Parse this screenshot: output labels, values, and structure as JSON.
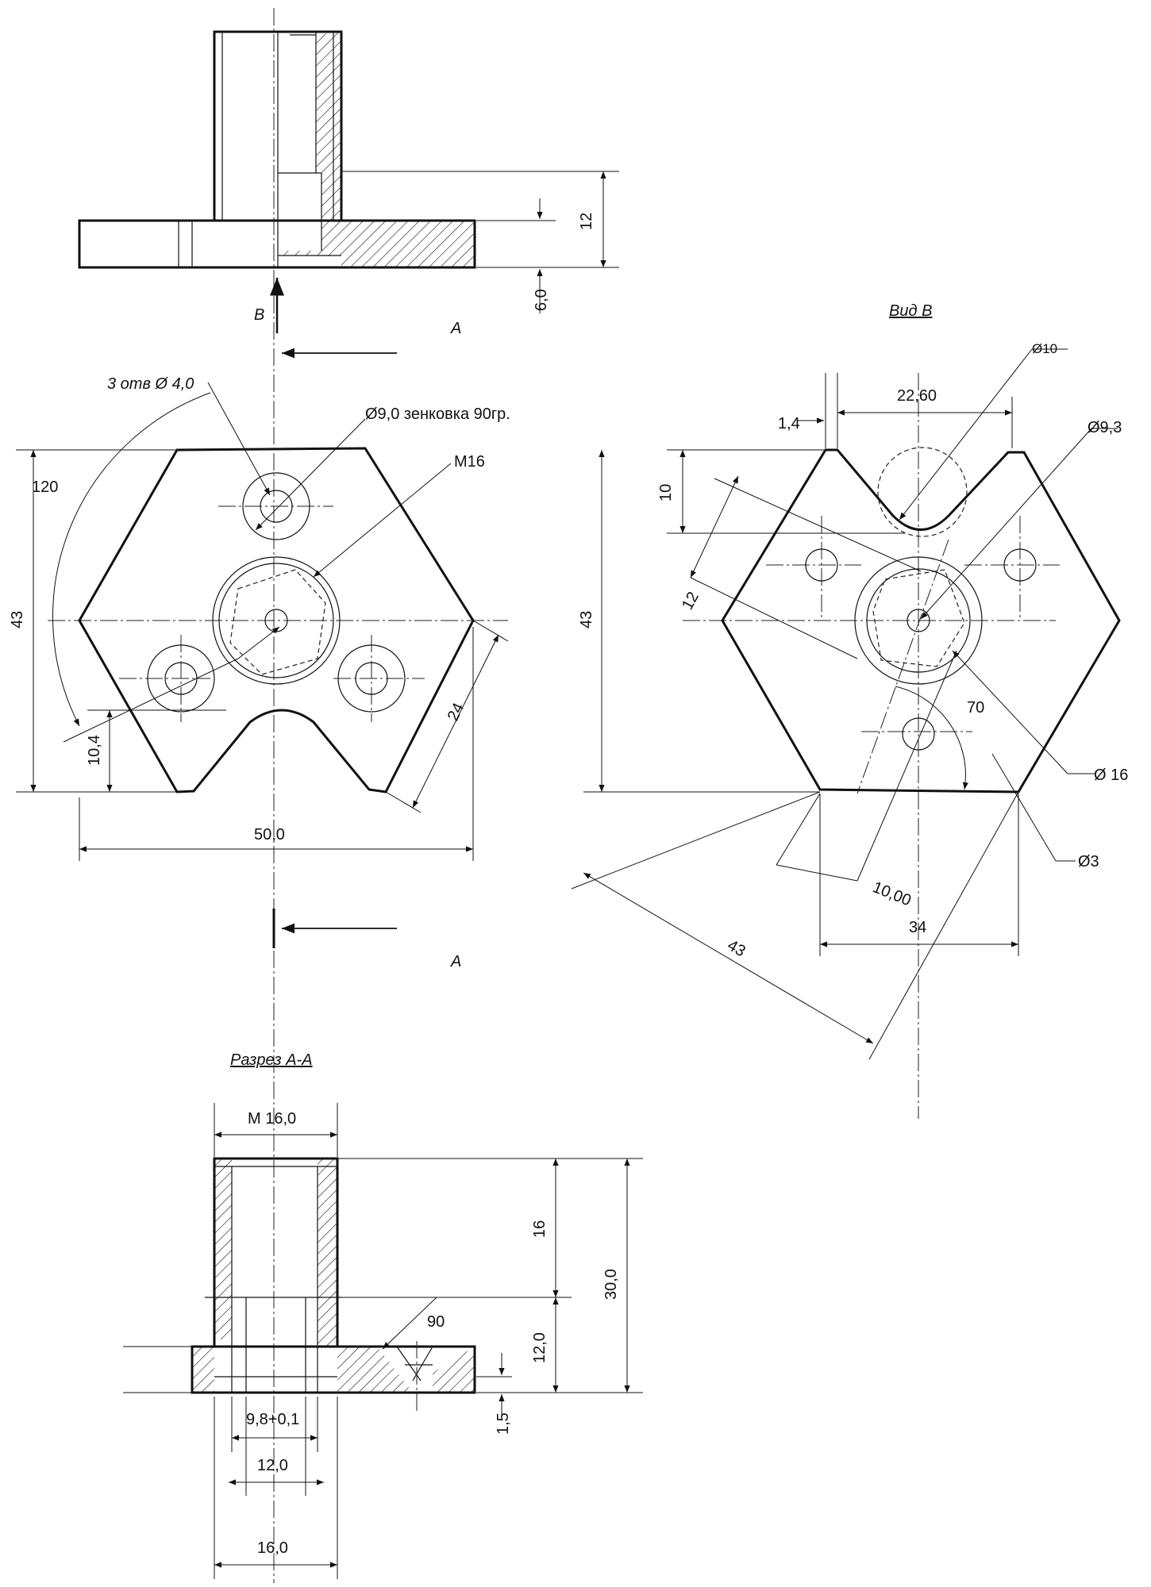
{
  "labels": {
    "view_b_arrow": "B",
    "section_a_top": "A",
    "section_a_bottom": "A",
    "view_b_title": "Вид В",
    "section_title": "Разрез А-А"
  },
  "top_view": {
    "dims": {
      "height_12": "12",
      "height_6": "6,0"
    }
  },
  "front_view": {
    "callouts": {
      "holes": "3 отв Ø 4,0",
      "countersink": "Ø9,0 зенковка 90гр.",
      "thread": "M16"
    },
    "dims": {
      "angle": "120",
      "height": "43",
      "width": "50,0",
      "notch_height": "10,4",
      "slant": "24"
    }
  },
  "view_b": {
    "callouts": {
      "d10": "Ø10",
      "d93": "Ø9,3",
      "d16": "Ø 16",
      "d3": "Ø3"
    },
    "dims": {
      "offset": "1,4",
      "span": "22,60",
      "depth": "10",
      "height": "43",
      "oblique12": "12",
      "angle": "70",
      "oblique10": "10,00",
      "bottom": "34",
      "oblique43": "43"
    }
  },
  "section": {
    "dims": {
      "thread": "M 16,0",
      "h16": "16",
      "h30": "30,0",
      "h12": "12,0",
      "csk": "90",
      "h15": "1,5",
      "bore": "9,8+0,1",
      "d12": "12,0",
      "d16": "16,0"
    }
  }
}
